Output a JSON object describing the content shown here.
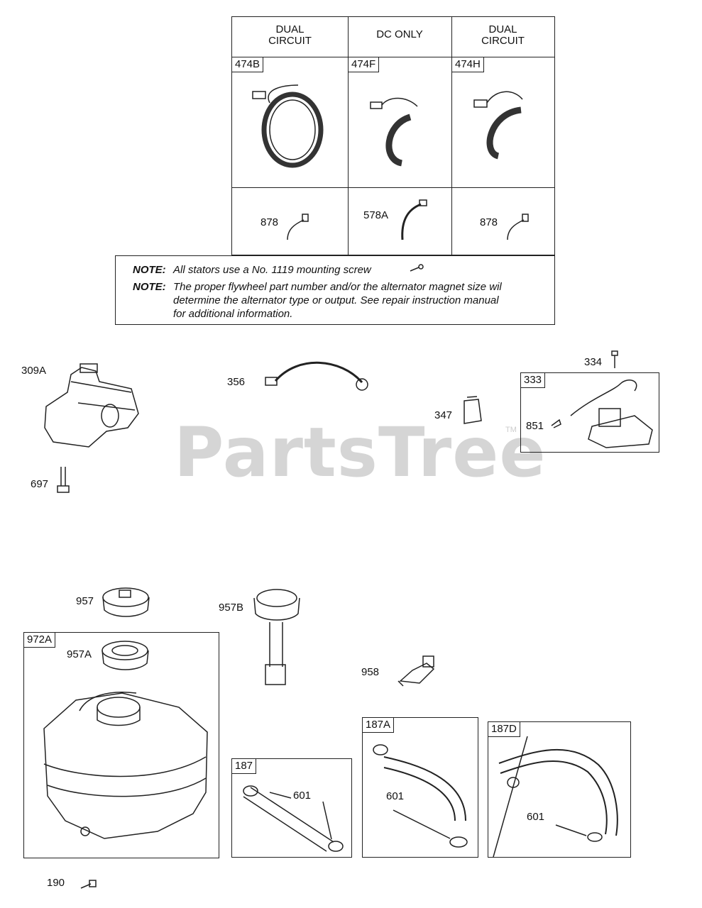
{
  "watermark": "PartsTree",
  "watermark_tm": "TM",
  "stator_table": {
    "headers": [
      "DUAL\nCIRCUIT",
      "DC ONLY",
      "DUAL\nCIRCUIT"
    ],
    "parts": [
      "474B",
      "474F",
      "474H"
    ],
    "connectors": [
      "878",
      "578A",
      "878"
    ]
  },
  "notes": [
    {
      "label": "NOTE:",
      "text": "All stators use a No. 1119 mounting screw"
    },
    {
      "label": "NOTE:",
      "text": "The proper flywheel part number and/or the alternator magnet size wil\ndetermine the alternator type or output. See repair instruction manual\nfor additional information."
    }
  ],
  "parts": {
    "p309A": "309A",
    "p697": "697",
    "p356": "356",
    "p347": "347",
    "p333": "333",
    "p334": "334",
    "p851": "851",
    "p957": "957",
    "p957B": "957B",
    "p972A": "972A",
    "p957A": "957A",
    "p958": "958",
    "p187": "187",
    "p187A": "187A",
    "p187D": "187D",
    "p601a": "601",
    "p601b": "601",
    "p601c": "601",
    "p190": "190"
  }
}
